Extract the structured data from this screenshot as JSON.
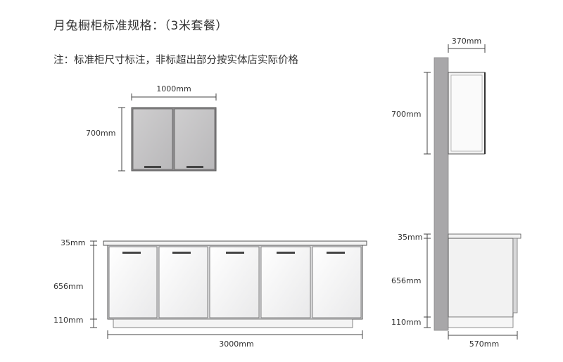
{
  "title": "月兔橱柜标准规格：（3米套餐）",
  "note": "注：标准柜尺寸标注，非标超出部分按实体店实际价格",
  "wall_cabinet": {
    "width_label": "1000mm",
    "height_label": "700mm"
  },
  "base_cabinet": {
    "top_label": "35mm",
    "body_label": "656mm",
    "plinth_label": "110mm",
    "width_label": "3000mm"
  },
  "side_view": {
    "upper_depth_label": "370mm",
    "upper_height_label": "700mm",
    "top_label": "35mm",
    "body_label": "656mm",
    "plinth_label": "110mm",
    "base_depth_label": "570mm"
  },
  "colors": {
    "door": "#c3c2c4",
    "door_dark": "#a7a6a8",
    "outline": "#555555",
    "wall": "#a8a7a9",
    "dimension": "#444444"
  }
}
